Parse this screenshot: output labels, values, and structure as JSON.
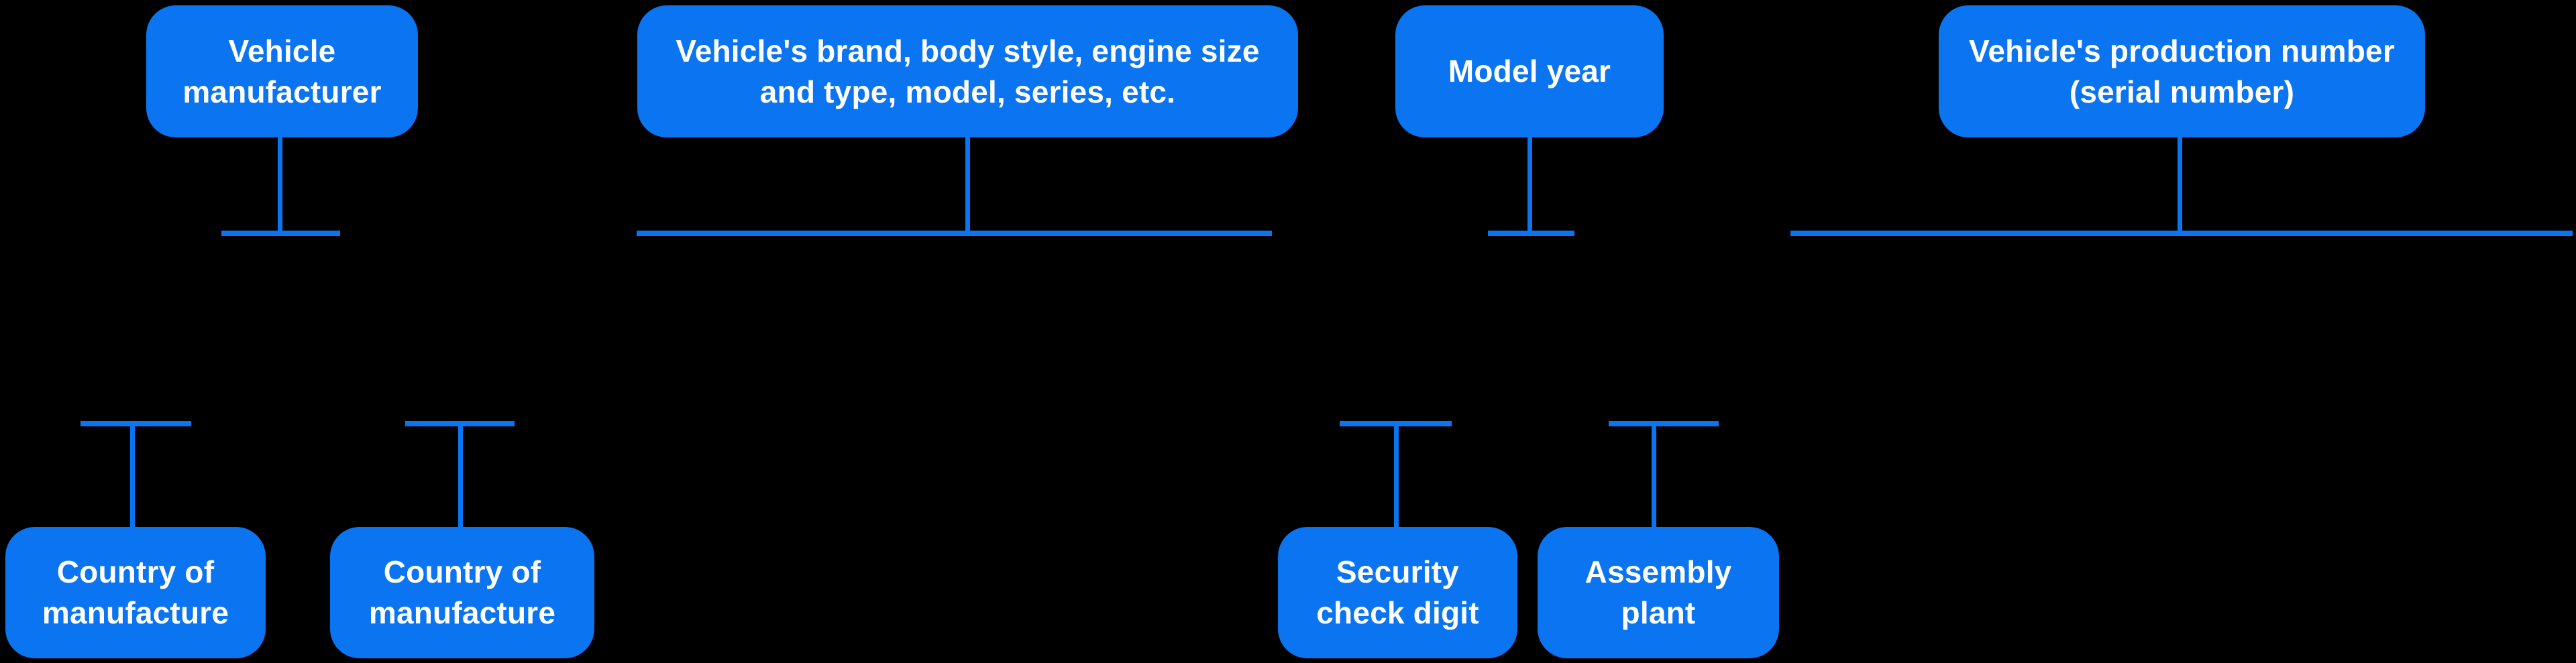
{
  "colors": {
    "background": "#000000",
    "accent": "#0b74f0",
    "text": "#ffffff"
  },
  "diagram": {
    "nodes": {
      "vehicle_manufacturer": {
        "label": "Vehicle\nmanufacturer"
      },
      "brand_body_style": {
        "label": "Vehicle's brand, body style, engine size\nand type, model, series, etc."
      },
      "model_year": {
        "label": "Model year"
      },
      "production_number": {
        "label": "Vehicle's production number\n(serial number)"
      },
      "country_of_manufacture_1": {
        "label": "Country of\nmanufacture"
      },
      "country_of_manufacture_2": {
        "label": "Country of\nmanufacture"
      },
      "security_check_digit": {
        "label": "Security\ncheck digit"
      },
      "assembly_plant": {
        "label": "Assembly\nplant"
      }
    }
  }
}
